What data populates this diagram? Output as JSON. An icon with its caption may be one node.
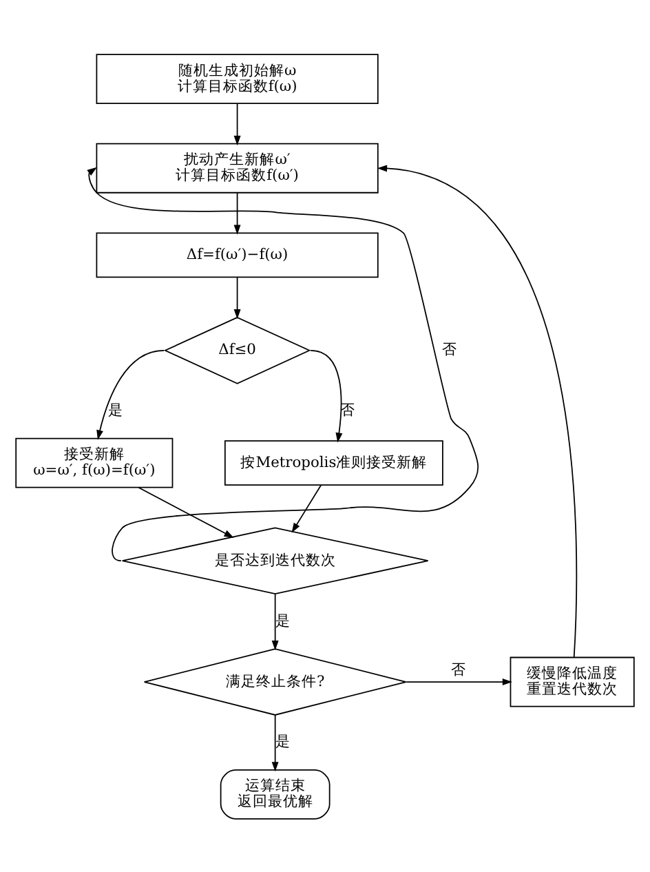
{
  "diagram": {
    "nodes": [
      {
        "text": [
          "随机生成初始解ω",
          "计算目标函数f(ω)"
        ]
      },
      {
        "text": [
          "扰动产生新解ω′",
          "计算目标函数f(ω′)"
        ]
      },
      {
        "text": [
          "Δf=f(ω′)−f(ω)"
        ]
      },
      {
        "text": [
          "Δf≤0"
        ]
      },
      {
        "text": [
          "接受新解",
          "ω=ω′, f(ω)=f(ω′)"
        ]
      },
      {
        "text": [
          "按Metropolis准则接受新解"
        ]
      },
      {
        "text": [
          "是否达到迭代数次"
        ]
      },
      {
        "text": [
          "满足终止条件?"
        ]
      },
      {
        "text": [
          "缓慢降低温度",
          "重置迭代数次"
        ]
      },
      {
        "text": [
          "运算结束",
          "返回最优解"
        ]
      }
    ],
    "edges": [
      {
        "from": 0,
        "to": 1,
        "arrow": "to"
      },
      {
        "from": 1,
        "to": 2,
        "arrow": "to"
      },
      {
        "from": 2,
        "to": 3,
        "arrow": "to"
      },
      {
        "from": 3,
        "to": 4,
        "arrow": "to",
        "label": "是"
      },
      {
        "from": 3,
        "to": 5,
        "arrow": "to",
        "label": "否"
      },
      {
        "from": 4,
        "to": 6,
        "arrow": "to"
      },
      {
        "from": 5,
        "to": 6,
        "arrow": "to"
      },
      {
        "from": 6,
        "to": 1,
        "arrow": "to",
        "label": "否"
      },
      {
        "from": 6,
        "to": 7,
        "arrow": "to",
        "label": "是"
      },
      {
        "from": 7,
        "to": 8,
        "arrow": "to",
        "label": "否"
      },
      {
        "from": 7,
        "to": 9,
        "arrow": "to",
        "label": "是"
      },
      {
        "from": 8,
        "to": 1,
        "arrow": "to"
      }
    ]
  }
}
